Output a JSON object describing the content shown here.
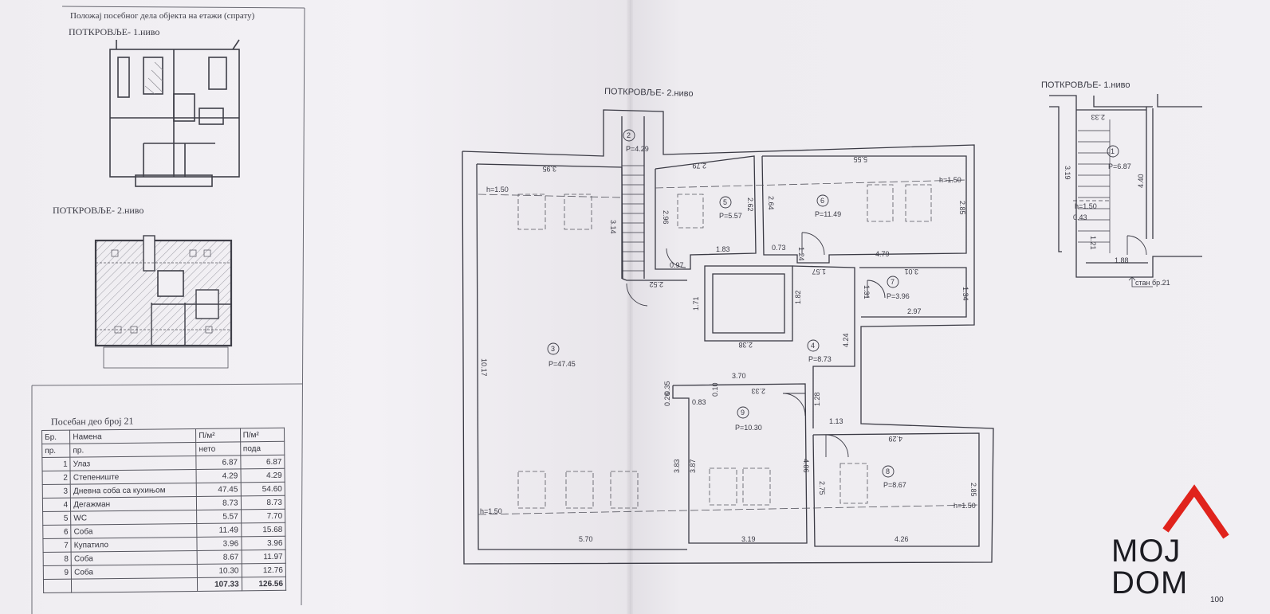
{
  "left_panel": {
    "heading": "Положај посебног дела објекта на етажи (спрату)",
    "level1_label": "ПОТКРОВЉЕ- 1.ниво",
    "level2_label": "ПОТКРОВЉЕ- 2.ниво"
  },
  "table": {
    "title": "Посебан део број 21",
    "header_row1": [
      "Бр.",
      "Намена",
      "П/м²",
      "П/м²"
    ],
    "header_row2": [
      "пр.",
      "пр.",
      "нето",
      "пода"
    ],
    "rows": [
      [
        "1",
        "Улаз",
        "6.87",
        "6.87"
      ],
      [
        "2",
        "Степениште",
        "4.29",
        "4.29"
      ],
      [
        "3",
        "Дневна соба са кухињом",
        "47.45",
        "54.60"
      ],
      [
        "4",
        "Дегажман",
        "8.73",
        "8.73"
      ],
      [
        "5",
        "WC",
        "5.57",
        "7.70"
      ],
      [
        "6",
        "Соба",
        "11.49",
        "15.68"
      ],
      [
        "7",
        "Купатило",
        "3.96",
        "3.96"
      ],
      [
        "8",
        "Соба",
        "8.67",
        "11.97"
      ],
      [
        "9",
        "Соба",
        "10.30",
        "12.76"
      ]
    ],
    "total": [
      "",
      "",
      "107.33",
      "126.56"
    ]
  },
  "main_plan": {
    "title": "ПОТКРОВЉЕ- 2.ниво",
    "rooms": [
      {
        "no": "2",
        "area": "P=4.29"
      },
      {
        "no": "3",
        "area": "P=47.45"
      },
      {
        "no": "4",
        "area": "P=8.73"
      },
      {
        "no": "5",
        "area": "P=5.57"
      },
      {
        "no": "6",
        "area": "P=11.49"
      },
      {
        "no": "7",
        "area": "P=3.96"
      },
      {
        "no": "8",
        "area": "P=8.67"
      },
      {
        "no": "9",
        "area": "P=10.30"
      }
    ],
    "heights": {
      "h1": "h=1.50",
      "h2": "h=1.50",
      "h3": "h=1.50",
      "h4": "h=1.50"
    },
    "dims": {
      "d395": "3.95",
      "d279": "2.79",
      "d555": "5.55",
      "d314": "3.14",
      "d296": "2.96",
      "d262": "2.62",
      "d264": "2.64",
      "d285a": "2.85",
      "d183": "1.83",
      "d073": "0.73",
      "d479": "4.79",
      "d097": "0.97",
      "d252": "2.52",
      "d124": "1.24",
      "d157": "1.57",
      "d301": "3.01",
      "d131": "1.31",
      "d134": "1.34",
      "d297": "2.97",
      "d171": "1.71",
      "d182": "1.82",
      "d1017": "10.17",
      "d238": "2.38",
      "d424": "4.24",
      "d370": "3.70",
      "d035": "0.35",
      "d026": "0.26",
      "d083": "0.83",
      "d010": "0.10",
      "d233": "2.33",
      "d128": "1.28",
      "d113": "1.13",
      "d429": "4.29",
      "d383": "3.83",
      "d387": "3.87",
      "d406": "4.06",
      "d275": "2.75",
      "d285b": "2.85",
      "d570": "5.70",
      "d319": "3.19",
      "d426": "4.26"
    }
  },
  "level1_plan": {
    "title": "ПОТКРОВЉЕ- 1.ниво",
    "room_no": "1",
    "area": "P=6.87",
    "dims": {
      "d233": "2.33",
      "d319": "3.19",
      "h150": "h=1.50",
      "d440": "4.40",
      "d043": "0.43",
      "d121": "1.21",
      "d188": "1.88"
    },
    "unit": "стан бр.21"
  },
  "logo": {
    "line1": "MOJ",
    "line2": "DOM",
    "number": "100",
    "roof_color": "#e0231c"
  }
}
